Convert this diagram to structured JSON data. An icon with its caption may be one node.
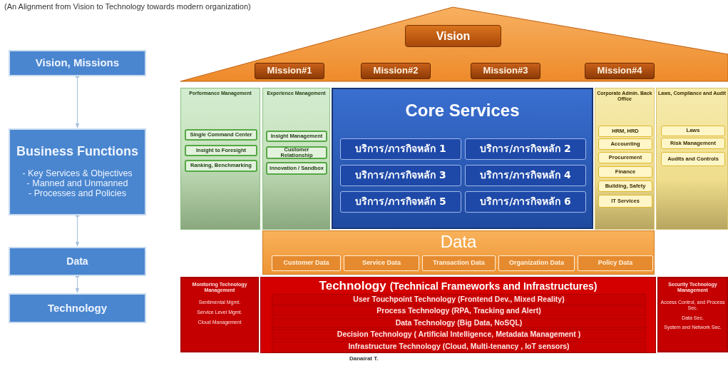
{
  "diagram": {
    "title": "(An Alignment from Vision to Technology towards modern organization)",
    "nodes": [
      {
        "text": [
          "Vision, Missions"
        ]
      },
      {
        "text": [
          "Business Functions",
          "- Key Services & Objectives",
          "- Manned and Unmanned",
          "- Processes and Policies"
        ]
      },
      {
        "text": [
          "Data"
        ]
      },
      {
        "text": [
          "Technology"
        ]
      },
      {
        "text": [],
        "shape": "triangle"
      },
      {
        "text": [
          "Vision"
        ],
        "in": 4
      },
      {
        "text": [
          "Mission#1"
        ],
        "in": 4
      },
      {
        "text": [
          "Mission#2"
        ],
        "in": 4
      },
      {
        "text": [
          "Mission#3"
        ],
        "in": 4
      },
      {
        "text": [
          "Mission#4"
        ],
        "in": 4
      },
      {
        "text": [
          "Performance Management"
        ]
      },
      {
        "text": [
          "Single Command Center"
        ],
        "in": 10
      },
      {
        "text": [
          "Insight to Foresight"
        ],
        "in": 10
      },
      {
        "text": [
          "Ranking, Benchmarking"
        ],
        "in": 10
      },
      {
        "text": [
          "Experience Management"
        ]
      },
      {
        "text": [
          "Insight Management"
        ],
        "in": 14
      },
      {
        "text": [
          "Customer Relationship"
        ],
        "in": 14
      },
      {
        "text": [
          "Innovation / Sandbox"
        ],
        "in": 14
      },
      {
        "text": [
          "Core Services"
        ]
      },
      {
        "text": [
          "บริการ/ภารกิจหลัก 1"
        ],
        "in": 18
      },
      {
        "text": [
          "บริการ/ภารกิจหลัก 2"
        ],
        "in": 18
      },
      {
        "text": [
          "บริการ/ภารกิจหลัก 3"
        ],
        "in": 18
      },
      {
        "text": [
          "บริการ/ภารกิจหลัก 4"
        ],
        "in": 18
      },
      {
        "text": [
          "บริการ/ภารกิจหลัก 5"
        ],
        "in": 18
      },
      {
        "text": [
          "บริการ/ภารกิจหลัก 6"
        ],
        "in": 18
      },
      {
        "text": [
          "Corporate Admin. Back Office"
        ]
      },
      {
        "text": [
          "HRM, HRD"
        ],
        "in": 25
      },
      {
        "text": [
          "Accounting"
        ],
        "in": 25
      },
      {
        "text": [
          "Procurement"
        ],
        "in": 25
      },
      {
        "text": [
          "Finance"
        ],
        "in": 25
      },
      {
        "text": [
          "Building, Safety"
        ],
        "in": 25
      },
      {
        "text": [
          "IT Services"
        ],
        "in": 25
      },
      {
        "text": [
          "Laws, Compliance and Audit"
        ]
      },
      {
        "text": [
          "Laws"
        ],
        "in": 32
      },
      {
        "text": [
          "Risk Management"
        ],
        "in": 32
      },
      {
        "text": [
          "Audits and Controls"
        ],
        "in": 32
      },
      {
        "text": [
          "Data"
        ]
      },
      {
        "text": [
          "Customer Data"
        ],
        "in": 36
      },
      {
        "text": [
          "Service Data"
        ],
        "in": 36
      },
      {
        "text": [
          "Transaction Data"
        ],
        "in": 36
      },
      {
        "text": [
          "Organization Data"
        ],
        "in": 36
      },
      {
        "text": [
          "Policy Data"
        ],
        "in": 36
      },
      {
        "text": [
          "Monitoring Technology Management",
          "Sentimental Mgmt.",
          "Service Level Mgmt.",
          "Cloud Management"
        ]
      },
      {
        "text": [
          "Technology",
          "(Technical Frameworks and Infrastructures)"
        ]
      },
      {
        "text": [
          "User Touchpoint Technology (Frontend Dev., Mixed Reality)"
        ],
        "in": 43
      },
      {
        "text": [
          "Process Technology (RPA, Tracking and Alert)"
        ],
        "in": 43
      },
      {
        "text": [
          "Data Technology (Big Data, NoSQL)"
        ],
        "in": 43
      },
      {
        "text": [
          "Decision Technology ( Artificial Intelligence, Metadata Management )"
        ],
        "in": 43
      },
      {
        "text": [
          "Infrastructure Technology (Cloud, Multi-tenancy , IoT sensors)"
        ],
        "in": 43
      },
      {
        "text": [
          "Security Technology Management",
          "Access Control, and Process Sec.",
          "Data Sec.",
          "System and Network Sec."
        ]
      }
    ],
    "edges": [
      {
        "from": 0,
        "to": 1,
        "arrow": "both"
      },
      {
        "from": 1,
        "to": 2,
        "arrow": "both"
      },
      {
        "from": 2,
        "to": 3,
        "arrow": "both"
      }
    ],
    "labels": [
      "Danairat T."
    ]
  }
}
